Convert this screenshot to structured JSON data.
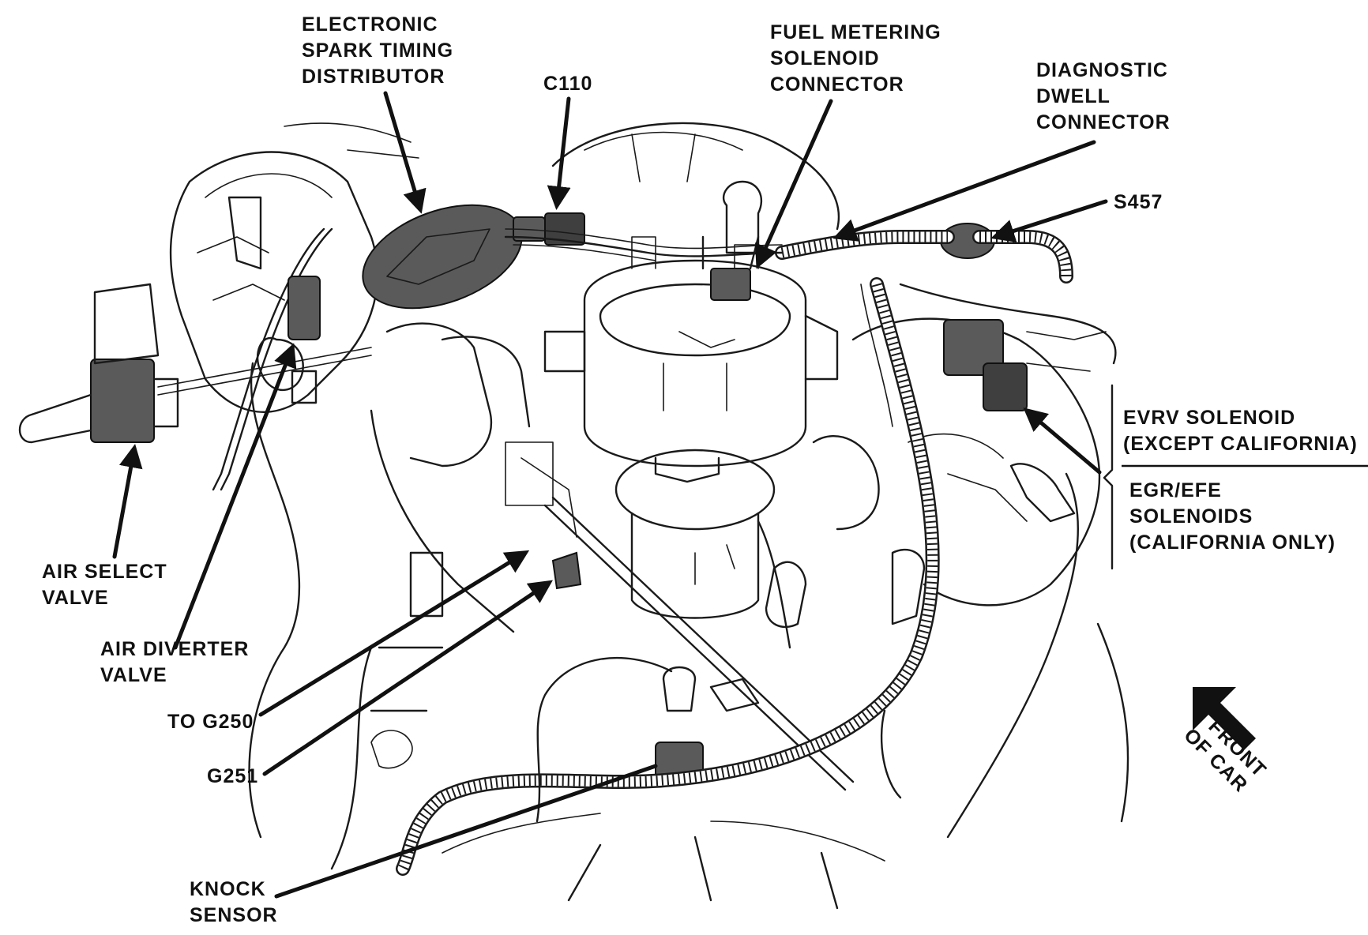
{
  "labels": {
    "distributor": [
      "ELECTRONIC",
      "SPARK TIMING",
      "DISTRIBUTOR"
    ],
    "c110": [
      "C110"
    ],
    "fuel_metering": [
      "FUEL METERING",
      "SOLENOID",
      "CONNECTOR"
    ],
    "diagnostic": [
      "DIAGNOSTIC",
      "DWELL",
      "CONNECTOR"
    ],
    "s457": [
      "S457"
    ],
    "evrv": [
      "EVRV SOLENOID",
      "(EXCEPT CALIFORNIA)"
    ],
    "egr": [
      "EGR/EFE",
      "SOLENOIDS",
      "(CALIFORNIA ONLY)"
    ],
    "air_select": [
      "AIR SELECT",
      "VALVE"
    ],
    "air_diverter": [
      "AIR DIVERTER",
      "VALVE"
    ],
    "to_g250": [
      "TO G250"
    ],
    "g251": [
      "G251"
    ],
    "knock_sensor": [
      "KNOCK",
      "SENSOR"
    ],
    "front_of_car": [
      "FRONT",
      "OF CAR"
    ]
  },
  "icons": {
    "front_arrow": "arrow-up-left-icon"
  },
  "colors": {
    "ink": "#111111",
    "component_shading": "#5a5a5a",
    "background": "#ffffff"
  }
}
